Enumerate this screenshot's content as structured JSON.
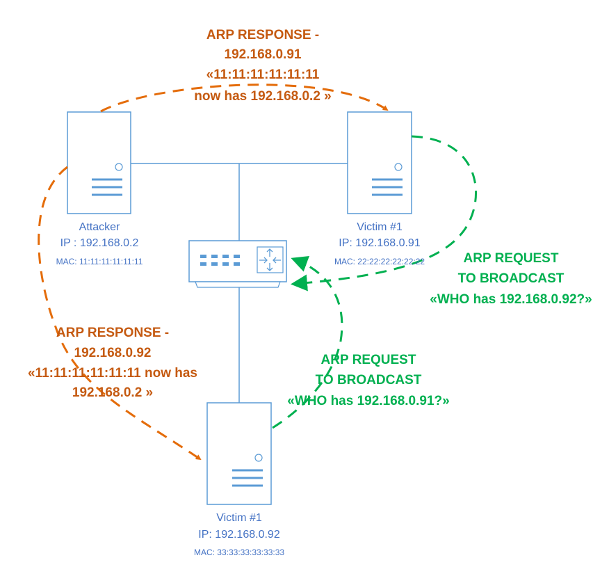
{
  "colors": {
    "device": "#5b9bd5",
    "label": "#4472c4",
    "arp_response": "#e46c0a",
    "arp_response_text": "#c55a11",
    "arp_request": "#00b050"
  },
  "nodes": {
    "attacker": {
      "name": "Attacker",
      "ip": "IP : 192.168.0.2",
      "mac": "MAC: 11:11:11:11:11:11",
      "icon": "server-icon"
    },
    "victim1": {
      "name": "Victim #1",
      "ip": "IP: 192.168.0.91",
      "mac": "MAC: 22:22:22:22:22:22",
      "icon": "server-icon"
    },
    "victim2": {
      "name": "Victim #1",
      "ip": "IP: 192.168.0.92",
      "mac": "MAC: 33:33:33:33:33:33",
      "icon": "server-icon"
    },
    "switch": {
      "icon": "network-switch-icon"
    }
  },
  "messages": {
    "response_top": [
      "ARP RESPONSE -",
      "192.168.0.91",
      "«11:11:11:11:11:11",
      "now has 192.168.0.2 »"
    ],
    "response_left": [
      "ARP RESPONSE -",
      "192.168.0.92",
      "«11:11:11:11:11:11 now has",
      "192.168.0.2 »"
    ],
    "request_right": [
      "ARP REQUEST",
      "TO BROADCAST",
      "«WHO has 192.168.0.92?»"
    ],
    "request_bottom": [
      "ARP REQUEST",
      "TO BROADCAST",
      "«WHO has 192.168.0.91?»"
    ]
  }
}
